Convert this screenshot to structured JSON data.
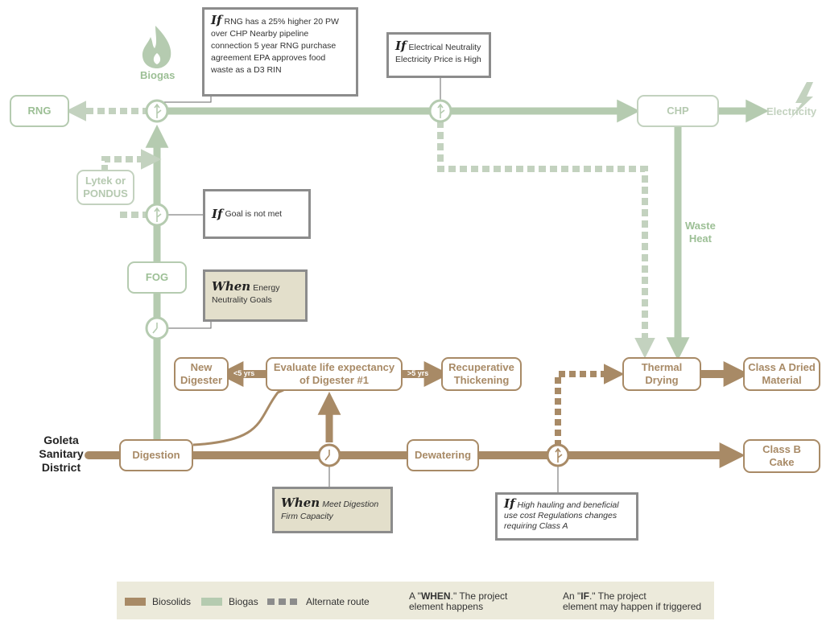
{
  "colors": {
    "biosolids": "#a88a66",
    "biogas": "#b5cbb0",
    "light": "#c3d2bf",
    "note_border": "#8c8c8c",
    "when_fill": "#e3dfcb",
    "legend_bg": "#eceadb"
  },
  "source": {
    "line1": "Goleta",
    "line2": "Sanitary",
    "line3": "District"
  },
  "icons": {
    "biogas": "flame-icon",
    "electricity": "lightning-icon",
    "when": "clock-icon",
    "if": "branch-gauge-icon"
  },
  "labels": {
    "biogas": "Biogas",
    "electricity": "Electricity",
    "waste_heat_1": "Waste",
    "waste_heat_2": "Heat"
  },
  "nodes": {
    "rng": "RNG",
    "chp": "CHP",
    "lytek_1": "Lytek or",
    "lytek_2": "PONDUS",
    "fog": "FOG",
    "new_digester_1": "New",
    "new_digester_2": "Digester",
    "evaluate_1": "Evaluate life expectancy",
    "evaluate_2": "of Digester #1",
    "recuperative_1": "Recuperative",
    "recuperative_2": "Thickening",
    "thermal_1": "Thermal",
    "thermal_2": "Drying",
    "class_a_1": "Class A Dried",
    "class_a_2": "Material",
    "digestion": "Digestion",
    "dewatering": "Dewatering",
    "class_b_1": "Class B",
    "class_b_2": "Cake"
  },
  "tags": {
    "less5": "<5 yrs",
    "more5": ">5 yrs"
  },
  "notes": {
    "rng": {
      "kw": "If",
      "text": "RNG has a 25% higher 20 PW over CHP Nearby pipeline connection 5 year RNG purchase agreement EPA approves food waste as a D3 RIN"
    },
    "electrical": {
      "kw": "If",
      "text_1": "Electrical Neutrality",
      "text_2": "Electricity Price is High"
    },
    "goal": {
      "kw": "If",
      "text": "Goal is not met"
    },
    "energy": {
      "kw": "When",
      "text_1": "Energy",
      "text_2": "Neutrality Goals"
    },
    "digestion": {
      "kw": "When",
      "text_1": "Meet Digestion",
      "text_2": "Firm Capacity"
    },
    "hauling": {
      "kw": "If",
      "text": "High hauling and beneficial use cost Regulations changes requiring Class A"
    }
  },
  "legend": {
    "biosolids": "Biosolids",
    "biogas": "Biogas",
    "alternate": "Alternate route",
    "when_prefix": "A \"",
    "when_kw": "WHEN",
    "when_suffix": ".\" The project",
    "when_line2": "element happens",
    "if_prefix": "An \"",
    "if_kw": "IF",
    "if_suffix": ".\" The project",
    "if_line2": "element may happen if triggered"
  }
}
